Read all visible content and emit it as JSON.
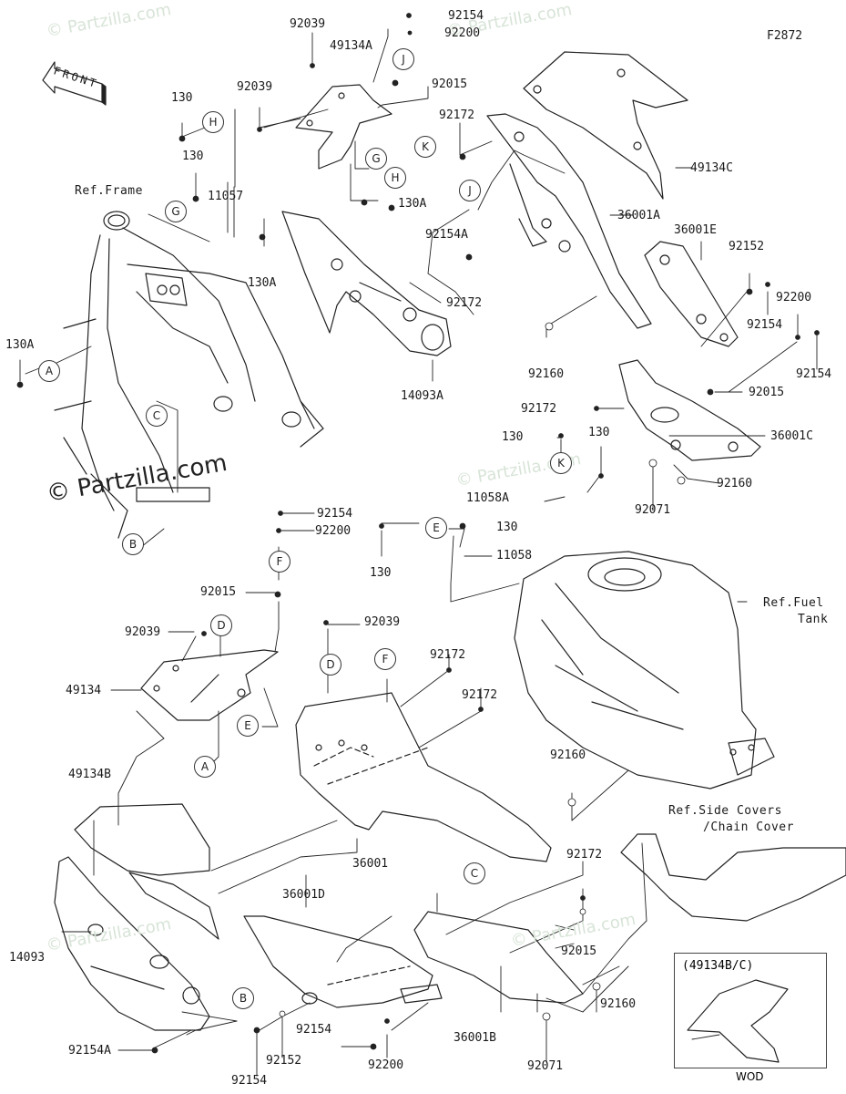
{
  "diagram": {
    "code": "F2872",
    "direction_label": "FRONT",
    "watermark": "© Partzilla.com",
    "references": {
      "frame": "Ref.Frame",
      "fuel_tank_line1": "Ref.Fuel",
      "fuel_tank_line2": "Tank",
      "side_covers_line1": "Ref.Side Covers",
      "side_covers_line2": "/Chain Cover"
    },
    "inset": {
      "title": "(49134B/C)",
      "caption": "WOD"
    },
    "callouts": [
      "A",
      "B",
      "C",
      "D",
      "E",
      "F",
      "G",
      "H",
      "J",
      "K"
    ],
    "part_labels": [
      "92039",
      "49134A",
      "92154",
      "92200",
      "92015",
      "92039",
      "130",
      "130",
      "11057",
      "130A",
      "130A",
      "92172",
      "49134C",
      "36001A",
      "92154A",
      "92172",
      "14093A",
      "36001E",
      "92152",
      "92154",
      "92200",
      "92154",
      "92160",
      "92015",
      "92172",
      "36001C",
      "130",
      "130",
      "11058A",
      "92160",
      "92071",
      "130A",
      "92154",
      "92200",
      "130",
      "130",
      "11058",
      "92015",
      "92039",
      "92039",
      "49134",
      "92172",
      "92172",
      "92160",
      "49134B",
      "36001",
      "36001D",
      "92172",
      "92015",
      "14093",
      "92160",
      "92154",
      "92154A",
      "92152",
      "92200",
      "36001B",
      "92071",
      "92154"
    ]
  }
}
